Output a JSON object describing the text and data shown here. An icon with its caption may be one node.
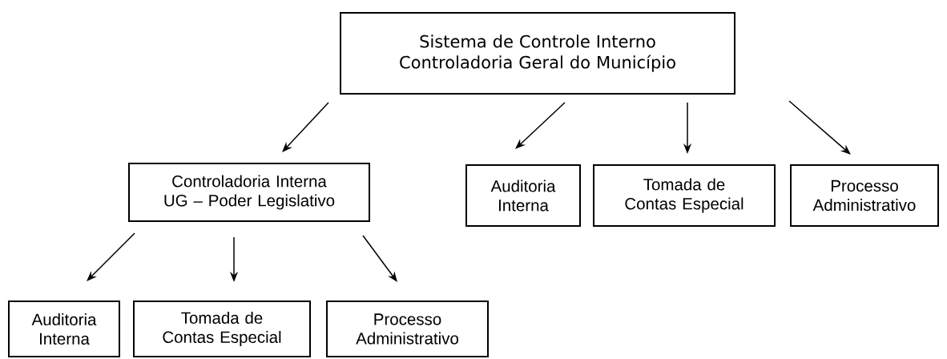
{
  "diagram": {
    "nodes": [
      {
        "text": [
          "Sistema de Controle Interno Controladoria Geral do Município"
        ]
      },
      {
        "text": [
          "Controladoria Interna UG – Poder Legislativo"
        ]
      },
      {
        "text": [
          "Auditoria Interna"
        ]
      },
      {
        "text": [
          "Tomada de Contas Especial"
        ]
      },
      {
        "text": [
          "Processo Administrativo"
        ]
      },
      {
        "text": [
          "Auditoria Interna"
        ]
      },
      {
        "text": [
          "Tomada de Contas Especial"
        ]
      },
      {
        "text": [
          "Processo Administrativo"
        ]
      }
    ],
    "edges": [
      {
        "from": 0,
        "to": 1,
        "arrow": "to"
      },
      {
        "from": 0,
        "to": 2,
        "arrow": "to"
      },
      {
        "from": 0,
        "to": 3,
        "arrow": "to"
      },
      {
        "from": 0,
        "to": 4,
        "arrow": "to"
      },
      {
        "from": 1,
        "to": 5,
        "arrow": "to"
      },
      {
        "from": 1,
        "to": 6,
        "arrow": "to"
      },
      {
        "from": 1,
        "to": 7,
        "arrow": "to"
      }
    ]
  }
}
